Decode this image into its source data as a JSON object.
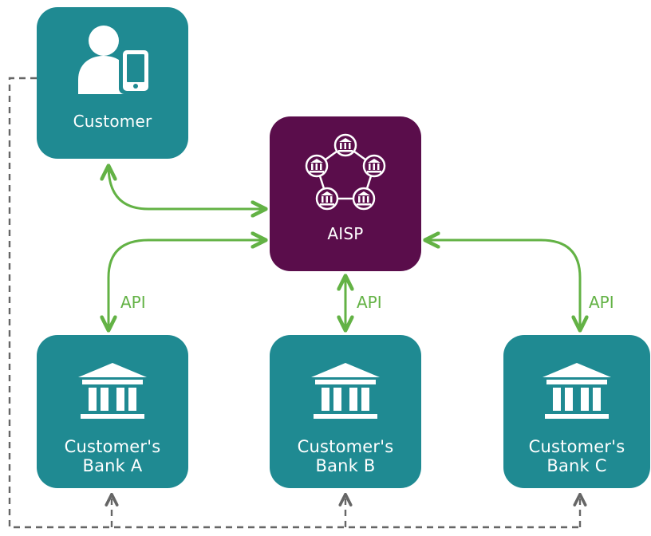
{
  "diagram": {
    "nodes": {
      "customer": {
        "label": "Customer",
        "icon": "person-with-phone-icon"
      },
      "aisp": {
        "label": "AISP",
        "icon": "bank-network-icon"
      },
      "bank_a": {
        "line1": "Customer's",
        "line2": "Bank A",
        "icon": "bank-building-icon"
      },
      "bank_b": {
        "line1": "Customer's",
        "line2": "Bank B",
        "icon": "bank-building-icon"
      },
      "bank_c": {
        "line1": "Customer's",
        "line2": "Bank C",
        "icon": "bank-building-icon"
      }
    },
    "edges": {
      "api_a": "API",
      "api_b": "API",
      "api_c": "API"
    },
    "colors": {
      "teal": "#1f8a92",
      "purple": "#5a0d4b",
      "green": "#63b245",
      "gray": "#666666",
      "white": "#ffffff"
    }
  }
}
